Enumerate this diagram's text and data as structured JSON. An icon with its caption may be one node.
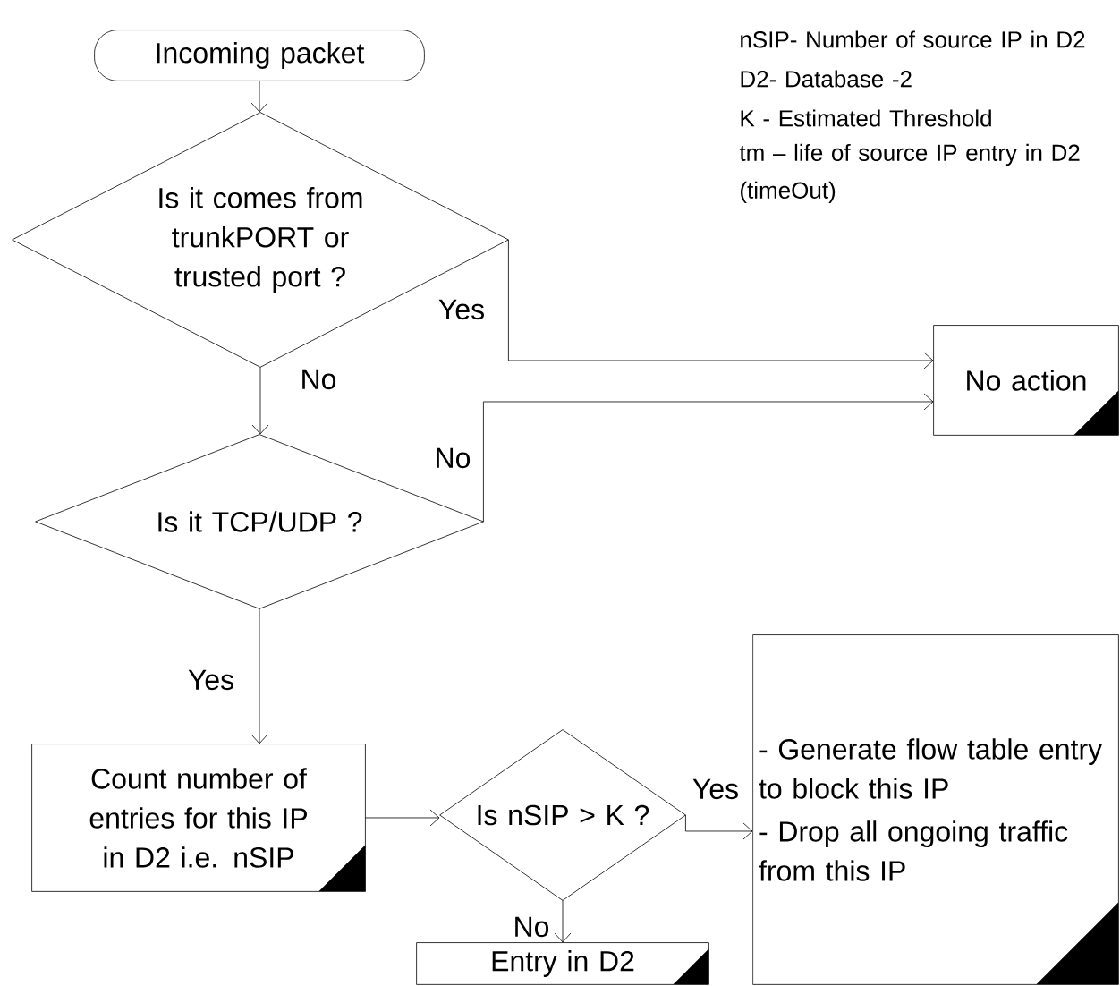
{
  "diagram": {
    "nodes": [
      {
        "text": [
          "Incoming packet"
        ]
      },
      {
        "text": [
          "Is it comes from trunkPORT or trusted port ?"
        ]
      },
      {
        "text": [
          "Is it TCP/UDP ?"
        ]
      },
      {
        "text": [
          "No action"
        ]
      },
      {
        "text": [
          "Count number of entries for this IP in D2 i.e. nSIP"
        ]
      },
      {
        "text": [
          "Is nSIP > K ?"
        ]
      },
      {
        "text": [
          "- Generate flow table entry to block this IP",
          "- Drop all ongoing traffic from this IP"
        ]
      },
      {
        "text": [
          "Entry in D2"
        ]
      }
    ],
    "edges": [
      {
        "from": 0,
        "to": 1,
        "arrow": "to"
      },
      {
        "from": 1,
        "to": 3,
        "arrow": "to",
        "label": "Yes"
      },
      {
        "from": 1,
        "to": 2,
        "arrow": "to",
        "label": "No"
      },
      {
        "from": 2,
        "to": 3,
        "arrow": "to",
        "label": "No"
      },
      {
        "from": 2,
        "to": 4,
        "arrow": "to",
        "label": "Yes"
      },
      {
        "from": 4,
        "to": 5,
        "arrow": "to"
      },
      {
        "from": 5,
        "to": 6,
        "arrow": "to",
        "label": "Yes"
      },
      {
        "from": 5,
        "to": 7,
        "arrow": "to",
        "label": "No"
      }
    ],
    "labels": [
      "nSIP- Number of source IP in D2",
      "D2-    Database -2",
      "K -     Estimated Threshold",
      "tm – life of source IP entry in D2 (timeOut)"
    ]
  }
}
